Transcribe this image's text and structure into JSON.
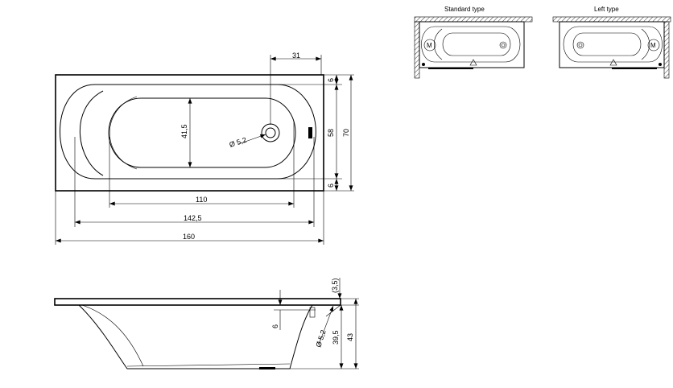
{
  "top_view": {
    "dim_drain_offset": "31",
    "dim_rim_top": "6",
    "dim_inner_width": "58",
    "dim_total_width": "70",
    "dim_rim_bottom": "6",
    "dim_bottom_width": "41,5",
    "dim_drain_dia": "Ø 5,2",
    "dim_bottom_length": "110",
    "dim_inner_length": "142,5",
    "dim_total_length": "160"
  },
  "side_view": {
    "dim_rim": "(3,5)",
    "dim_step": "6",
    "dim_drain_dia": "Ø 5,2",
    "dim_inner_height": "39,5",
    "dim_total_height": "43"
  },
  "types": {
    "standard_label": "Standard type",
    "left_label": "Left type",
    "motor_letter": "M"
  }
}
